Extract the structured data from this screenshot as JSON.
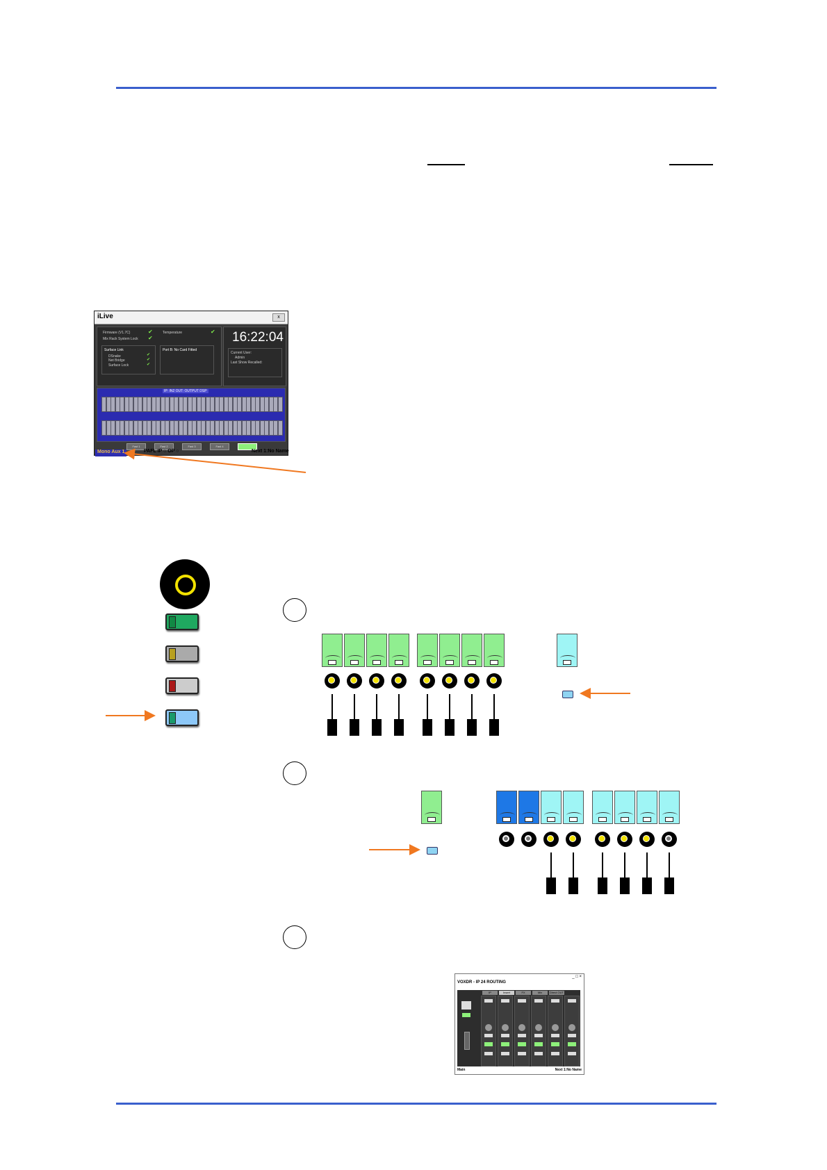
{
  "ilive": {
    "title": "iLive",
    "close_label": "x",
    "firmware": "Firmware (V1.7C)",
    "mixrack_lock": "Mix Rack System Lock",
    "temperature": "Temperature",
    "clock": "16:22:04",
    "surface_link": "Surface Link",
    "dsnake": "DSnake",
    "net_bridge": "Net Bridge",
    "surface_lock": "Surface Lock",
    "slot_b": "Port B: No Card Fitted",
    "current_user": "Current User:",
    "user_name": "Admin",
    "last_show": "Last Show Recalled:",
    "meter_header": "IP: IN2 OUT: OUTPUT DSP",
    "fast_buttons": [
      "Fast 1",
      "Fast 2",
      "Fast 3",
      "Fast 4"
    ],
    "status_left": "Mono Aux 1",
    "status_mid": "PAFL IP",
    "status_mid2": "OP",
    "status_right": "Next 1:No Name"
  },
  "routing_window": {
    "title": "VOXDR - IP 24 ROUTING",
    "tabs": [
      "IP",
      "Insert",
      "FX",
      "Mix",
      "Direct OUT"
    ],
    "footer_left": "Main",
    "footer_right": "Next 1:No Name"
  },
  "colors": {
    "rule": "#3a5fcd",
    "arrow": "#f07820",
    "strip_green": "#90ee90",
    "strip_blue": "#1e78e6",
    "strip_cyan": "#9ff5f5"
  }
}
